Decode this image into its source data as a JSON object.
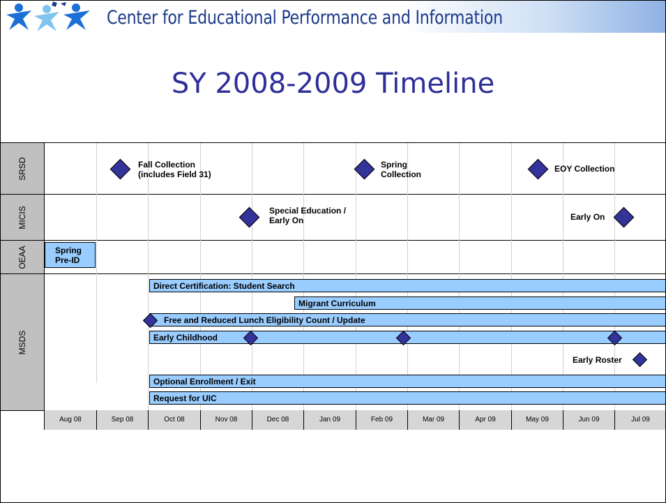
{
  "header": {
    "title": "Center for Educational Performance and Information",
    "logo_icon": "three-children-figures-logo",
    "logo_colors": [
      "#1c6fd6",
      "#7fc4ef",
      "#1c3a8a"
    ]
  },
  "page": {
    "title": "SY 2008-2009 Timeline"
  },
  "lanes": [
    "SRSD",
    "MICIS",
    "OEAA",
    "MSDS"
  ],
  "months": [
    "Aug 08",
    "Sep 08",
    "Oct 08",
    "Nov 08",
    "Dec 08",
    "Jan 09",
    "Feb 09",
    "Mar 09",
    "Apr 09",
    "May 09",
    "Jun 09",
    "Jul 09"
  ],
  "milestones": {
    "fall_collection": [
      "Fall Collection",
      "(includes Field 31)"
    ],
    "spring_collection": [
      "Spring",
      "Collection"
    ],
    "eoy_collection": "EOY Collection",
    "special_ed": [
      "Special Education /",
      "Early On"
    ],
    "early_on": "Early On",
    "spring_preid": [
      "Spring",
      "Pre-ID"
    ],
    "early_roster": "Early Roster"
  },
  "bars": {
    "direct_cert": "Direct Certification: Student Search",
    "migrant": "Migrant Curriculum",
    "free_reduced": "Free and Reduced Lunch Eligibility Count / Update",
    "early_childhood": "Early Childhood",
    "optional_enrollment": "Optional Enrollment / Exit",
    "request_uic": "Request for UIC"
  },
  "colors": {
    "bar_fill": "#99ccff",
    "milestone": "#333399",
    "title": "#2e2e99",
    "header_text": "#1c3a8a",
    "lane_label_bg": "#c0c0c0"
  }
}
